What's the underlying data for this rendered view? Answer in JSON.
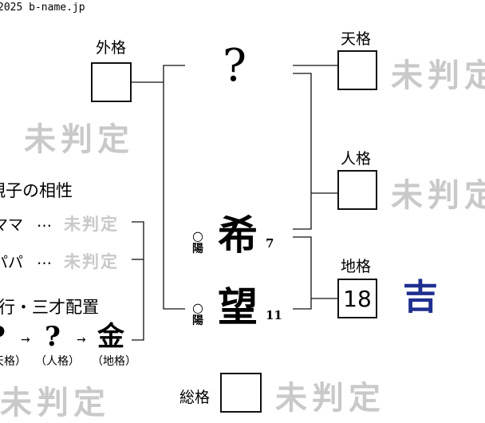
{
  "copyright": "2025 b-name.jp",
  "name": {
    "surname_placeholder": "?",
    "chars": [
      {
        "char": "希",
        "strokes": "7",
        "polarity_symbol": "○",
        "polarity": "陽"
      },
      {
        "char": "望",
        "strokes": "11",
        "polarity_symbol": "○",
        "polarity": "陽"
      }
    ]
  },
  "kaku": {
    "gaikaku": {
      "label": "外格",
      "value": "",
      "judgement": "未判定"
    },
    "tenkaku": {
      "label": "天格",
      "value": "",
      "judgement": "未判定"
    },
    "jinkaku": {
      "label": "人格",
      "value": "",
      "judgement": "未判定"
    },
    "chikaku": {
      "label": "地格",
      "value": "18",
      "judgement": "吉",
      "judgement_color": "#1f2e8f"
    },
    "soukaku": {
      "label": "総格",
      "value": "",
      "judgement": "未判定"
    }
  },
  "compatibility": {
    "title": "親子の相性",
    "rows": [
      {
        "label": "ママ",
        "dots": "…",
        "result": "未判定"
      },
      {
        "label": "パパ",
        "dots": "…",
        "result": "未判定"
      }
    ]
  },
  "gogyo": {
    "title": "五行・三才配置",
    "items": [
      {
        "symbol": "?",
        "label": "（天格）"
      },
      {
        "symbol": "?",
        "label": "（人格）"
      },
      {
        "symbol": "金",
        "label": "（地格）"
      }
    ],
    "arrow": "→"
  },
  "standalone_judgement": "未判定"
}
